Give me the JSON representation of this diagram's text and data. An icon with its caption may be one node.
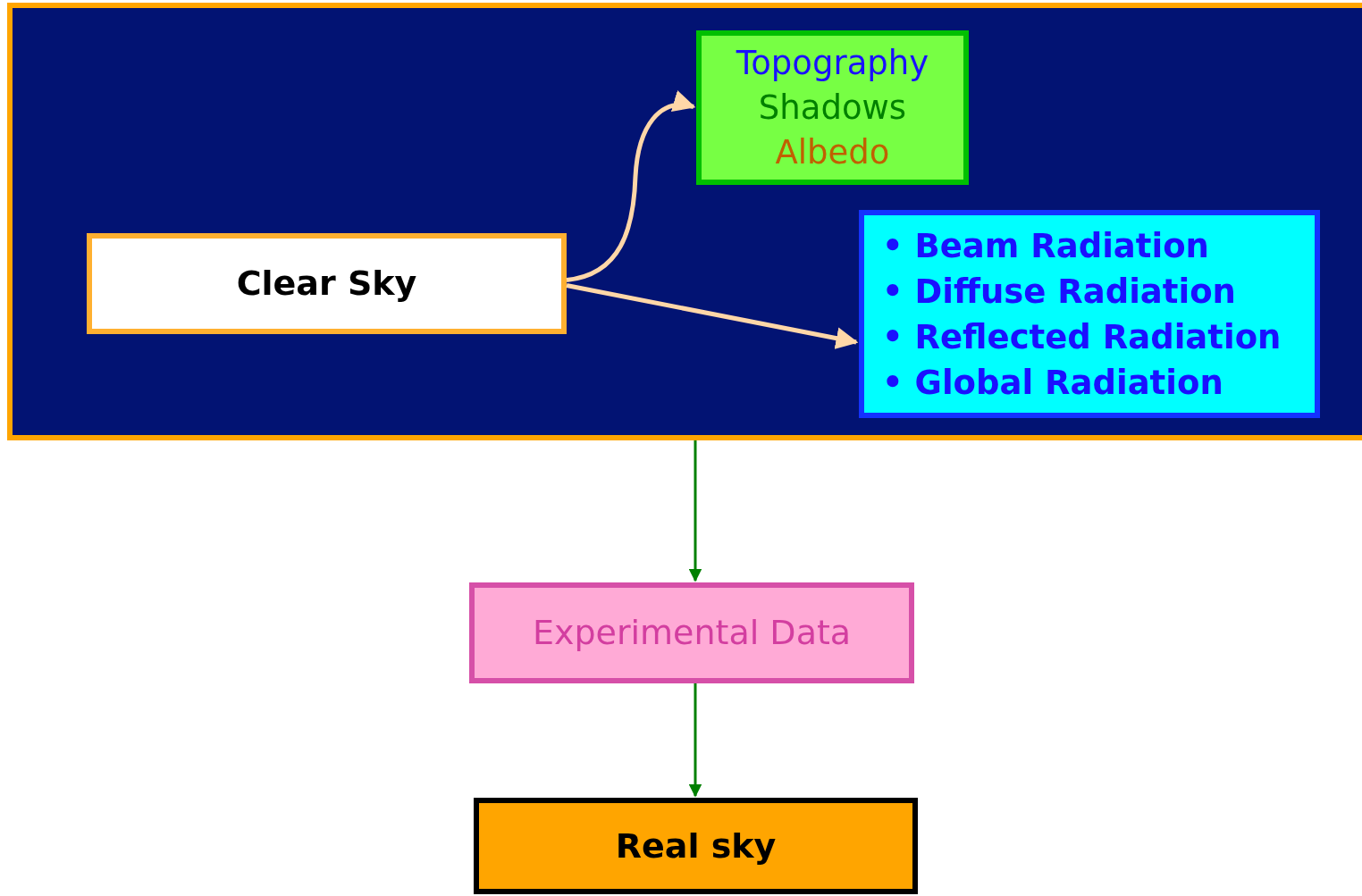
{
  "diagram": {
    "nodes": [
      {
        "text": [],
        "shape": "box"
      },
      {
        "text": [
          "Clear Sky"
        ],
        "in": 0
      },
      {
        "text": [
          "Topography",
          "Shadows",
          "Albedo"
        ],
        "in": 0
      },
      {
        "text": [
          "• Beam Radiation",
          "• Diffuse Radiation",
          "• Reflected Radiation",
          "• Global Radiation"
        ],
        "in": 0
      },
      {
        "text": [
          "Experimental Data"
        ]
      },
      {
        "text": [
          "Real sky"
        ]
      }
    ],
    "edges": [
      {
        "from": 1,
        "to": 2,
        "arrow": "to",
        "color": "#ffd7a8"
      },
      {
        "from": 1,
        "to": 3,
        "arrow": "to",
        "color": "#ffd7a8"
      },
      {
        "from": 0,
        "to": 4,
        "arrow": "to",
        "color": "#008000"
      },
      {
        "from": 4,
        "to": 5,
        "arrow": "to",
        "color": "#008000"
      }
    ]
  }
}
